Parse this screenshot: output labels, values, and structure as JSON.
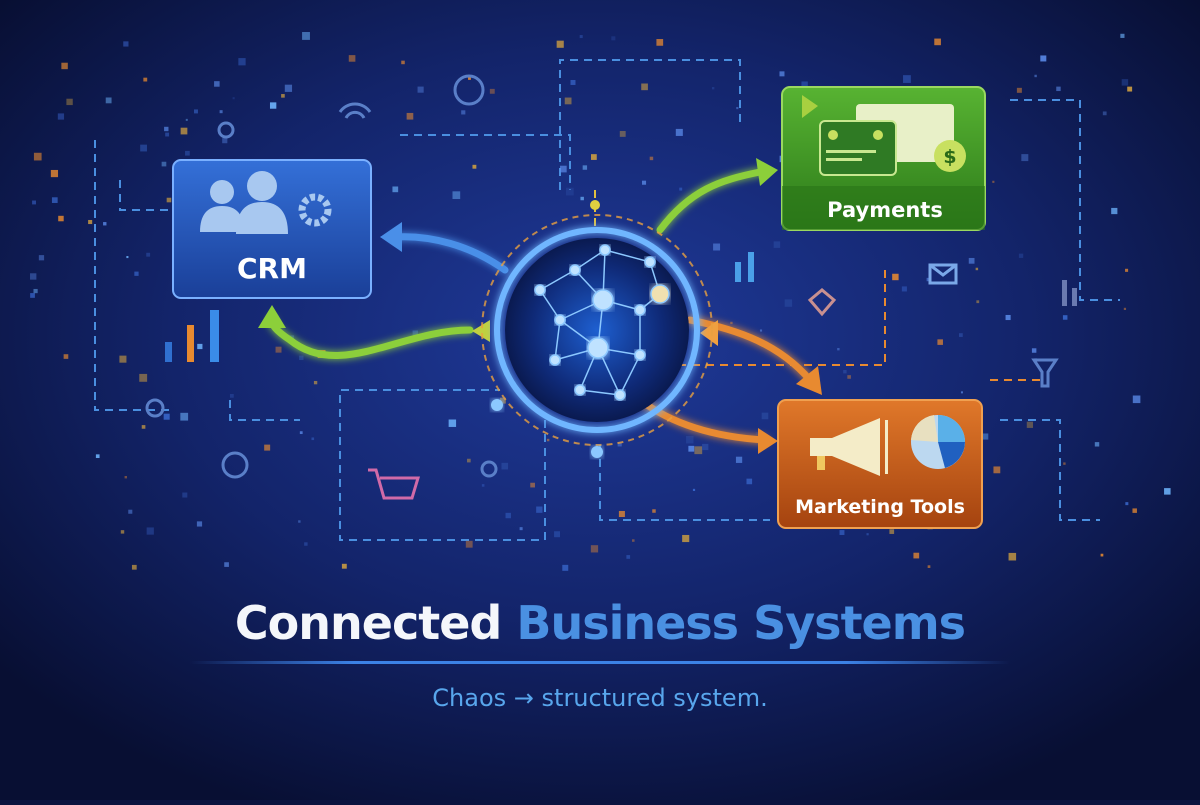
{
  "nodes": {
    "crm": {
      "label": "CRM",
      "color": "#2456b8"
    },
    "payments": {
      "label": "Payments",
      "color": "#3f9a26"
    },
    "marketing": {
      "label": "Marketing Tools",
      "color": "#c65a16"
    }
  },
  "payments_icon": {
    "currency": "$"
  },
  "title": {
    "part1": "Connected",
    "part2": "Business Systems"
  },
  "subtitle": "Chaos → structured system.",
  "colors": {
    "background": "#0b1440",
    "accent": "#4a90e2",
    "hub": "#6fb6ff"
  }
}
